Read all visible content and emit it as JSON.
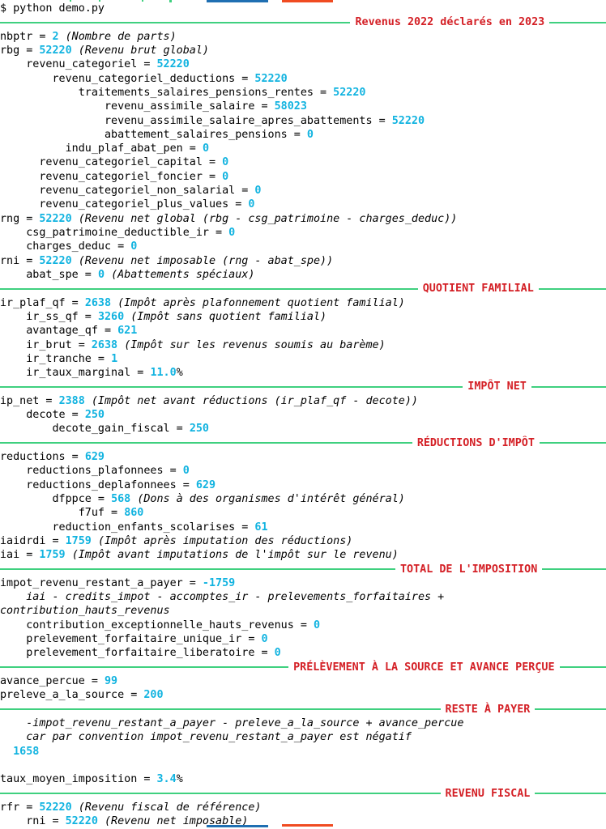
{
  "terminal": {
    "prompt_line": "$ python demo.py",
    "colors": {
      "rule": "#3fd07f",
      "section_title": "#d42026",
      "value": "#11b3e0",
      "text": "#000000",
      "accent_blue_bar": "#1f6fb2",
      "accent_orange_bar": "#f04b21"
    }
  },
  "sections": {
    "revenus": {
      "title": "Revenus 2022 déclarés en 2023"
    },
    "quotient": {
      "title": "QUOTIENT FAMILIAL"
    },
    "impot_net": {
      "title": "IMPÔT NET"
    },
    "reductions": {
      "title": "RÉDUCTIONS D'IMPÔT"
    },
    "total": {
      "title": "TOTAL DE L'IMPOSITION"
    },
    "prelevement": {
      "title": "PRÉLÈVEMENT À LA SOURCE ET AVANCE PERÇUE"
    },
    "reste": {
      "title": "RESTE À PAYER"
    },
    "revenu_fiscal": {
      "title": "REVENU FISCAL"
    }
  },
  "rows": {
    "nbptr": {
      "name": "nbptr",
      "value": "2",
      "desc": "(Nombre de parts)"
    },
    "rbg": {
      "name": "rbg",
      "value": "52220",
      "desc": "(Revenu brut global)"
    },
    "rev_cat": {
      "name": "revenu_categoriel",
      "value": "52220"
    },
    "rev_cat_ded": {
      "name": "revenu_categoriel_deductions",
      "value": "52220"
    },
    "tspr": {
      "name": "traitements_salaires_pensions_rentes",
      "value": "52220"
    },
    "ras": {
      "name": "revenu_assimile_salaire",
      "value": "58023"
    },
    "rasaa": {
      "name": "revenu_assimile_salaire_apres_abattements",
      "value": "52220"
    },
    "asp": {
      "name": "abattement_salaires_pensions",
      "value": "0"
    },
    "indu": {
      "name": "indu_plaf_abat_pen",
      "value": "0"
    },
    "rcc": {
      "name": "revenu_categoriel_capital",
      "value": "0"
    },
    "rcf": {
      "name": "revenu_categoriel_foncier",
      "value": "0"
    },
    "rcns": {
      "name": "revenu_categoriel_non_salarial",
      "value": "0"
    },
    "rcpv": {
      "name": "revenu_categoriel_plus_values",
      "value": "0"
    },
    "rng": {
      "name": "rng",
      "value": "52220",
      "desc": "(Revenu net global (rbg - csg_patrimoine - charges_deduc))"
    },
    "csg": {
      "name": "csg_patrimoine_deductible_ir",
      "value": "0"
    },
    "chd": {
      "name": "charges_deduc",
      "value": "0"
    },
    "rni": {
      "name": "rni",
      "value": "52220",
      "desc": "(Revenu net imposable (rng - abat_spe))"
    },
    "abat_spe": {
      "name": "abat_spe",
      "value": "0",
      "desc": "(Abattements spéciaux)"
    },
    "ir_plaf_qf": {
      "name": "ir_plaf_qf",
      "value": "2638",
      "desc": "(Impôt après plafonnement quotient familial)"
    },
    "ir_ss_qf": {
      "name": "ir_ss_qf",
      "value": "3260",
      "desc": "(Impôt sans quotient familial)"
    },
    "avantage_qf": {
      "name": "avantage_qf",
      "value": "621"
    },
    "ir_brut": {
      "name": "ir_brut",
      "value": "2638",
      "desc": "(Impôt sur les revenus soumis au barème)"
    },
    "ir_tranche": {
      "name": "ir_tranche",
      "value": "1"
    },
    "ir_taux_marg": {
      "name": "ir_taux_marginal",
      "value": "11.0",
      "suffix": "%"
    },
    "ip_net": {
      "name": "ip_net",
      "value": "2388",
      "desc": "(Impôt net avant réductions (ir_plaf_qf - decote))"
    },
    "decote": {
      "name": "decote",
      "value": "250"
    },
    "decote_gain": {
      "name": "decote_gain_fiscal",
      "value": "250"
    },
    "reductions": {
      "name": "reductions",
      "value": "629"
    },
    "red_plaf": {
      "name": "reductions_plafonnees",
      "value": "0"
    },
    "red_deplaf": {
      "name": "reductions_deplafonnees",
      "value": "629"
    },
    "dfppce": {
      "name": "dfppce",
      "value": "568",
      "desc": "(Dons à des organismes d'intérêt général)"
    },
    "f7uf": {
      "name": "f7uf",
      "value": "860"
    },
    "red_enfants": {
      "name": "reduction_enfants_scolarises",
      "value": "61"
    },
    "iaidrdi": {
      "name": "iaidrdi",
      "value": "1759",
      "desc": "(Impôt après imputation des réductions)"
    },
    "iai": {
      "name": "iai",
      "value": "1759",
      "desc": "(Impôt avant imputations de l'impôt sur le revenu)"
    },
    "irrap": {
      "name": "impot_revenu_restant_a_payer",
      "value": "-1759"
    },
    "irrap_formula_line1": "iai - credits_impot - accomptes_ir - prelevements_forfaitaires +",
    "irrap_formula_line2": "contribution_hauts_revenus",
    "cehr": {
      "name": "contribution_exceptionnelle_hauts_revenus",
      "value": "0"
    },
    "pfu": {
      "name": "prelevement_forfaitaire_unique_ir",
      "value": "0"
    },
    "pfl": {
      "name": "prelevement_forfaitaire_liberatoire",
      "value": "0"
    },
    "avance": {
      "name": "avance_percue",
      "value": "99"
    },
    "pas": {
      "name": "preleve_a_la_source",
      "value": "200"
    },
    "reste_formula_line1": "-impot_revenu_restant_a_payer - preleve_a_la_source + avance_percue",
    "reste_formula_line2": "car par convention impot_revenu_restant_a_payer est négatif",
    "reste_value": "1658",
    "taux_moyen": {
      "name": "taux_moyen_imposition",
      "value": "3.4",
      "suffix": "%"
    },
    "rfr": {
      "name": "rfr",
      "value": "52220",
      "desc": "(Revenu fiscal de référence)"
    },
    "rni2": {
      "name": "rni",
      "value": "52220",
      "desc": "(Revenu net imposable)"
    }
  }
}
